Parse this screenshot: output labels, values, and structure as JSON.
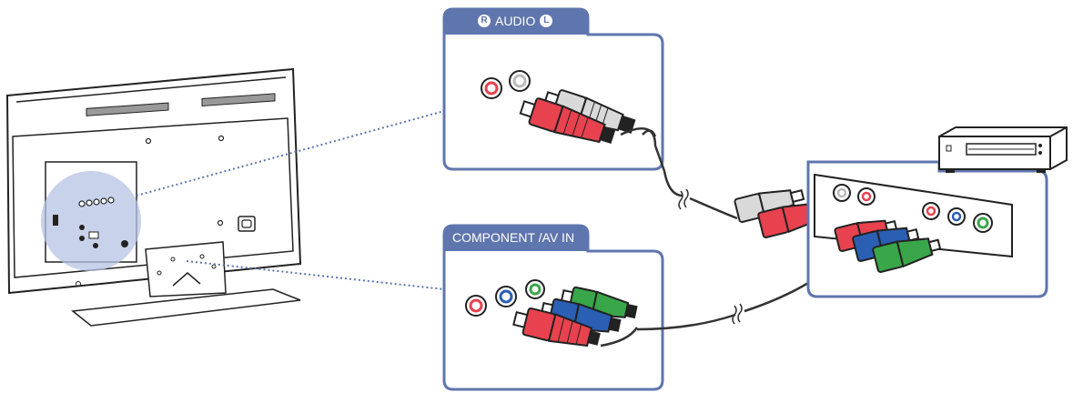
{
  "audio_panel": {
    "label": "AUDIO",
    "right_marker": "R",
    "left_marker": "L"
  },
  "component_panel": {
    "label": "COMPONENT /AV IN"
  },
  "colors": {
    "panel_frame": "#5f75ad",
    "red_plug": "#e8424f",
    "white_plug": "#d9d9d9",
    "blue_plug": "#2a5fb4",
    "green_plug": "#3aa64a",
    "dotted_line": "#5f75ad",
    "highlight": "#b7c3e4"
  },
  "icons": [
    "tv-back",
    "dvd-player",
    "rca-plug",
    "cable-break-symbol"
  ]
}
